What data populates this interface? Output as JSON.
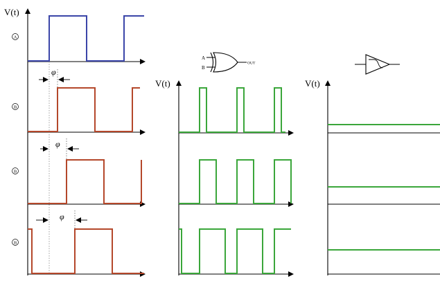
{
  "colors": {
    "ref": "#3a45a8",
    "phase": "#b4472a",
    "xor": "#3aa63a",
    "filtered": "#3aa63a",
    "axis": "#000000",
    "guide": "#888888"
  },
  "axis_label": "V(t)",
  "phase_symbol": "φ",
  "row_labels": [
    "A",
    "B",
    "B",
    "B"
  ],
  "xor_gate": {
    "input_a": "A",
    "input_b": "B",
    "output": "OUT"
  },
  "filter_icon": "low-pass-filter-icon",
  "phase_shift_fraction": [
    0.0,
    0.3,
    0.55,
    0.75
  ],
  "xor_duty_fraction": [
    0.3,
    0.55,
    0.75
  ],
  "filtered_level_fraction": [
    0.3,
    0.55,
    0.75
  ]
}
